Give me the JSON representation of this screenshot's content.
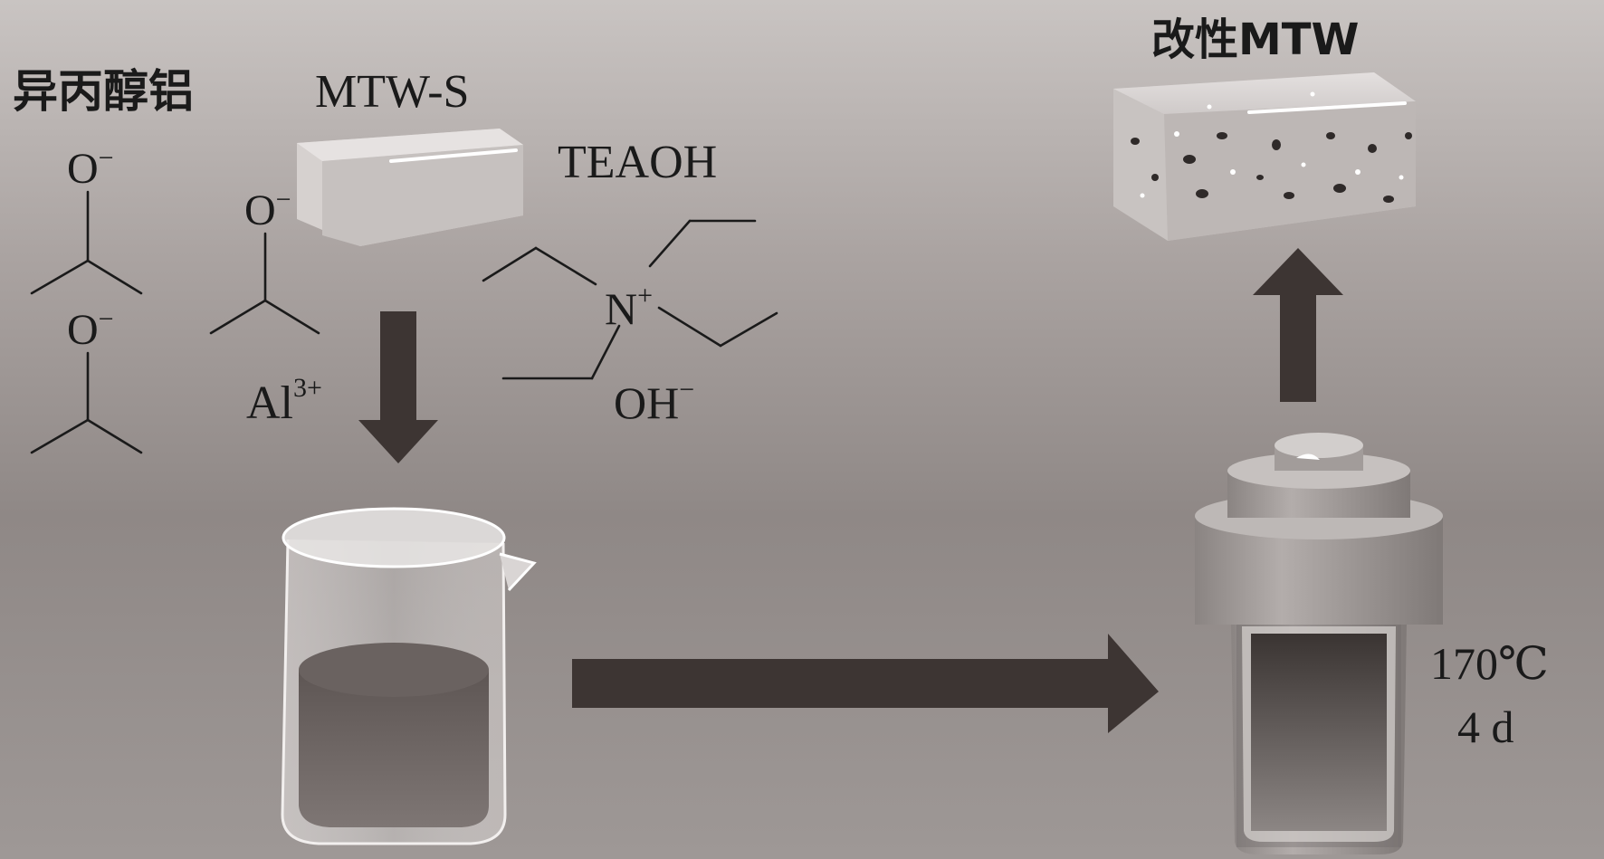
{
  "labels": {
    "aluminum_isopropoxide": "异丙醇铝",
    "mtw_s": "MTW-S",
    "teaoh": "TEAOH",
    "modified_mtw": "改性MTW",
    "al_ion_base": "Al",
    "al_ion_charge": "3+",
    "oxygen_anion": "O",
    "anion_charge": "−",
    "nitrogen": "N",
    "cation_charge": "+",
    "hydroxide": "OH",
    "hydroxide_charge": "−",
    "temperature": "170℃",
    "duration": "4 d"
  },
  "colors": {
    "arrow": "#3d3533",
    "text": "#1a1a1a"
  }
}
